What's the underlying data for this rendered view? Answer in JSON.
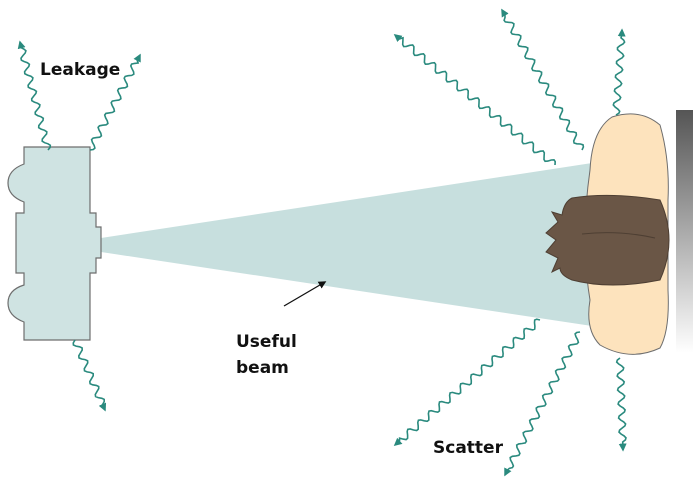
{
  "labels": {
    "leakage": "Leakage",
    "useful_beam_line1": "Useful",
    "useful_beam_line2": "beam",
    "scatter": "Scatter"
  },
  "colors": {
    "wave": "#2a8a7e",
    "tube": "#cfe3e2",
    "beam": "#c7dfde",
    "face": "#fde3bd",
    "hair": "#6a5646",
    "outline": "#6e6e6e"
  }
}
